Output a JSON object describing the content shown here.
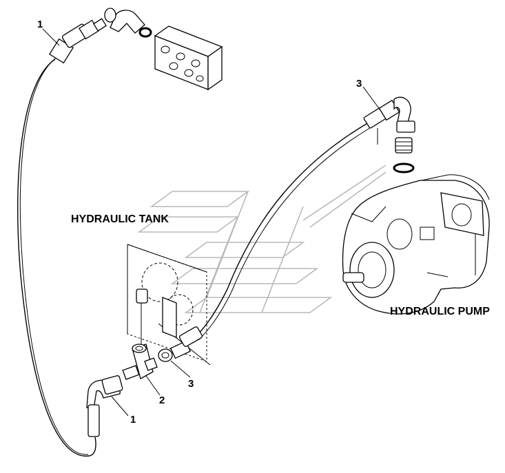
{
  "labels": {
    "hydraulic_tank": "HYDRAULIC TANK",
    "hydraulic_pump": "HYDRAULIC PUMP"
  },
  "callouts": {
    "top_hose_end": "1",
    "top_right_hose_end": "3",
    "bottom_elbow_hose": "1",
    "tee_fitting": "2",
    "bottom_adapter": "3"
  }
}
